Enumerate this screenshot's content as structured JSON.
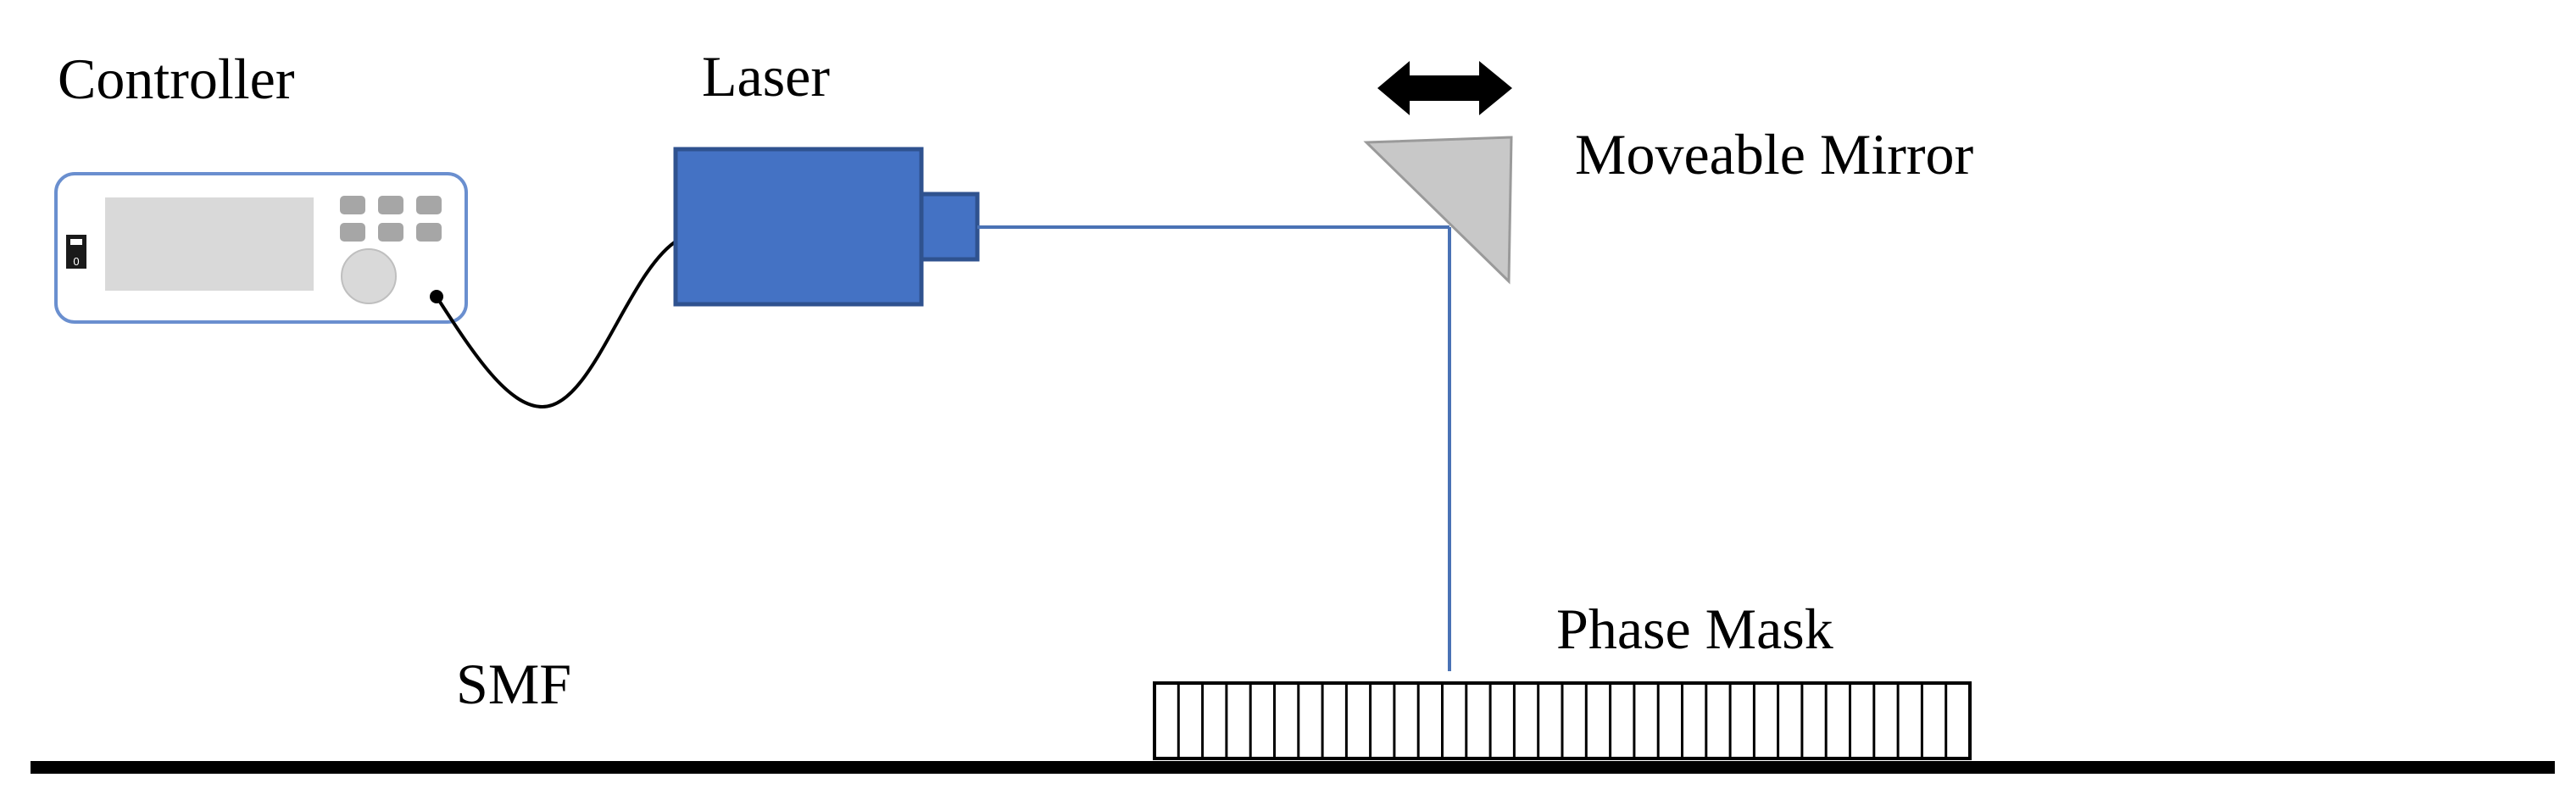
{
  "labels": {
    "controller": "Controller",
    "laser": "Laser",
    "mirror": "Moveable Mirror",
    "phase_mask": "Phase Mask",
    "smf": "SMF"
  },
  "controller": {
    "switch_text": "0"
  },
  "colors": {
    "laser_fill": "#4472c4",
    "laser_stroke": "#2f528f",
    "beam": "#4a72b5",
    "controller_outline": "#6a8fcf",
    "controller_screen": "#d9d9d9",
    "controller_buttons": "#a6a6a6",
    "mirror_fill": "#c8c8c8",
    "mirror_stroke": "#9a9a9a",
    "fiber": "#000000"
  }
}
